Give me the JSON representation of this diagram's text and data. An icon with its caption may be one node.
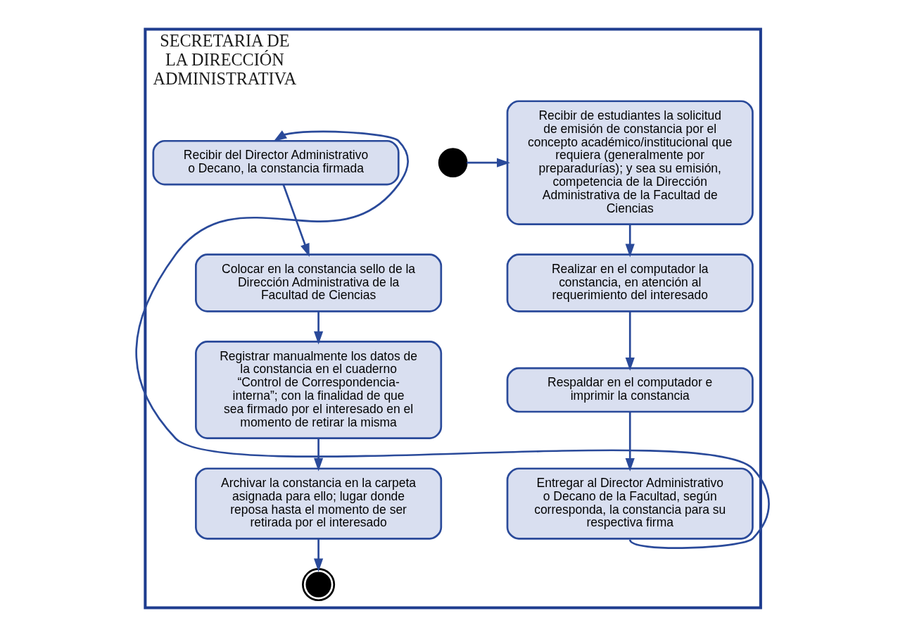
{
  "diagram": {
    "nodes": [
      {
        "text": [
          "SECRETARIA DE LA DIRECCIÓN ADMINISTRATIVA"
        ]
      },
      {
        "text": [],
        "shape": "circle",
        "in": 0
      },
      {
        "text": [
          "Recibir de estudiantes la solicitud de emisión de constancia por el concepto académico/institucional que requiera (generalmente por preparadurías); y sea su emisión, competencia de la Dirección Administrativa de la Facultad de Ciencias"
        ],
        "in": 0
      },
      {
        "text": [
          "Realizar en el computador la constancia, en atención al requerimiento del interesado"
        ],
        "in": 0
      },
      {
        "text": [
          "Respaldar en el computador e imprimir la constancia"
        ],
        "in": 0
      },
      {
        "text": [
          "Entregar al Director Administrativo o Decano de la Facultad, según corresponda, la constancia para su respectiva firma"
        ],
        "in": 0
      },
      {
        "text": [
          "Recibir del Director Administrativo o Decano, la constancia firmada"
        ],
        "in": 0
      },
      {
        "text": [
          "Colocar en la constancia sello de la Dirección Administrativa de la Facultad de Ciencias"
        ],
        "in": 0
      },
      {
        "text": [
          "Registrar manualmente los datos de la constancia en el cuaderno “Control de Correspondencia-interna”; con la finalidad de que sea firmado por el interesado en el momento de retirar la misma"
        ],
        "in": 0
      },
      {
        "text": [
          "Archivar la constancia en la carpeta asignada para ello; lugar donde reposa hasta el momento de ser retirada por el interesado"
        ],
        "in": 0
      },
      {
        "text": [],
        "shape": "circle",
        "in": 0
      }
    ],
    "edges": [
      {
        "from": 1,
        "to": 2,
        "arrow": "to"
      },
      {
        "from": 2,
        "to": 3,
        "arrow": "to"
      },
      {
        "from": 3,
        "to": 4,
        "arrow": "to"
      },
      {
        "from": 4,
        "to": 5,
        "arrow": "to"
      },
      {
        "from": 5,
        "to": 6,
        "arrow": "to"
      },
      {
        "from": 6,
        "to": 7,
        "arrow": "to"
      },
      {
        "from": 7,
        "to": 8,
        "arrow": "to"
      },
      {
        "from": 8,
        "to": 9,
        "arrow": "to"
      },
      {
        "from": 9,
        "to": 10,
        "arrow": "to"
      }
    ]
  }
}
